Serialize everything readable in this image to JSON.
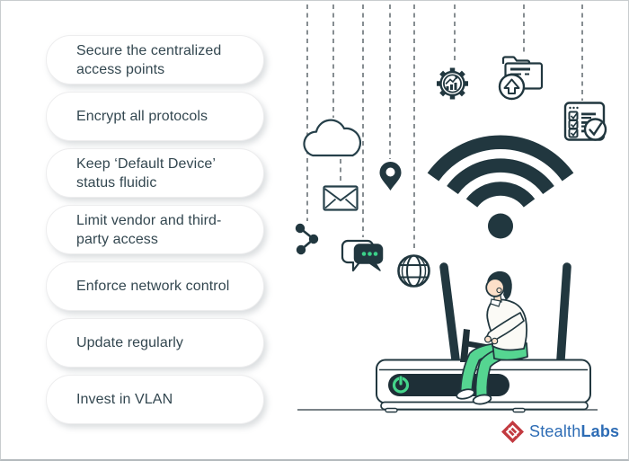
{
  "page": {
    "background": "#ffffff",
    "border_color": "#c8ccce"
  },
  "tips": {
    "items": [
      {
        "label": "Secure the centralized access points"
      },
      {
        "label": "Encrypt all protocols"
      },
      {
        "label": "Keep ‘Default Device’ status fluidic"
      },
      {
        "label": "Limit vendor and third-party access"
      },
      {
        "label": "Enforce network control"
      },
      {
        "label": "Update regularly"
      },
      {
        "label": "Invest in VLAN"
      }
    ]
  },
  "illustration": {
    "hanging_icons": [
      "share-icon",
      "cloud-icon",
      "envelope-icon",
      "chat-icon",
      "location-pin-icon",
      "globe-icon",
      "gear-analytics-icon",
      "folder-upload-icon",
      "checklist-icon"
    ],
    "central_icon": "wifi-signal-icon",
    "scene": "person sitting on a wireless router",
    "colors": {
      "ink": "#21373f",
      "accent_green": "#4fd68e",
      "panel_dark": "#1e2f37",
      "dash_gray": "#878e92"
    }
  },
  "branding": {
    "brand_first": "Stealth",
    "brand_second": "Labs",
    "text_color": "#2d6cb5",
    "logo_color": "#c23a40"
  }
}
